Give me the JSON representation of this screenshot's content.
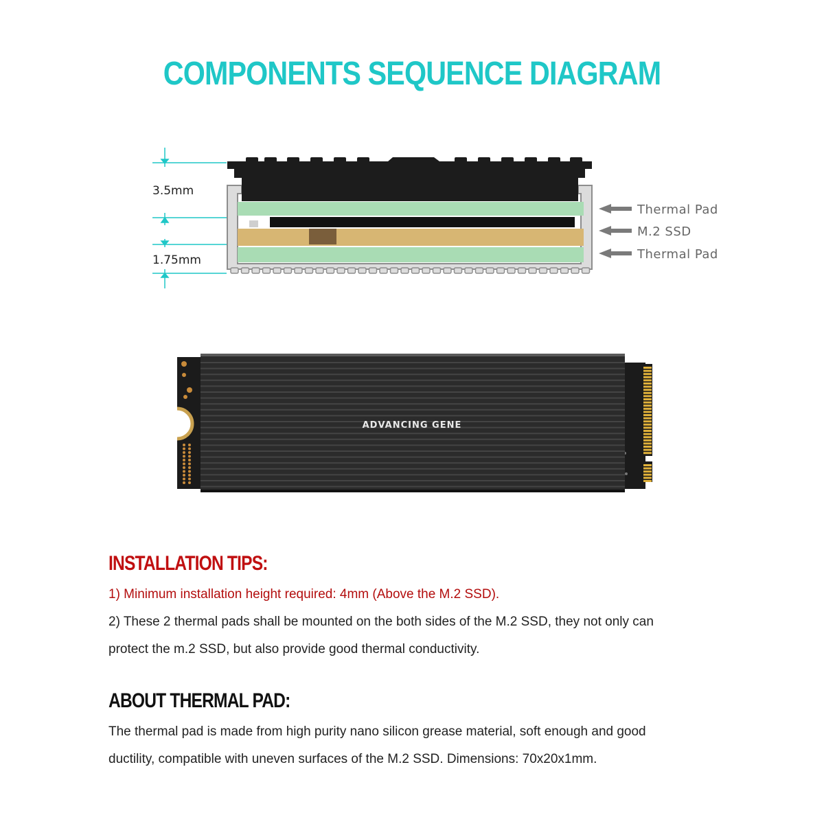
{
  "title": "COMPONENTS SEQUENCE DIAGRAM",
  "diagram": {
    "dimension_top": "3.5mm",
    "dimension_bottom": "1.75mm",
    "labels": [
      "Thermal Pad",
      "M.2 SSD",
      "Thermal Pad"
    ],
    "colors": {
      "accent": "#1fc7c7",
      "thermal_pad": "#a9dcb4",
      "pcb": "#d7b673",
      "heatsink": "#1c1c1c",
      "arrow": "#7a7a7a"
    }
  },
  "product": {
    "brand_logo": "ADVANCING GENE"
  },
  "installation": {
    "heading": "INSTALLATION TIPS:",
    "tip1": "1) Minimum installation height required: 4mm (Above the M.2 SSD).",
    "tip2_line1": "2) These 2 thermal pads shall be mounted on the both sides of the M.2 SSD, they not only can",
    "tip2_line2": "protect the m.2 SSD, but also provide good thermal conductivity."
  },
  "thermal_pad": {
    "heading": "ABOUT THERMAL PAD:",
    "line1": "The thermal pad is made from high purity nano silicon grease material, soft enough and good",
    "line2": "ductility, compatible with uneven surfaces of the M.2 SSD. Dimensions: 70x20x1mm."
  }
}
